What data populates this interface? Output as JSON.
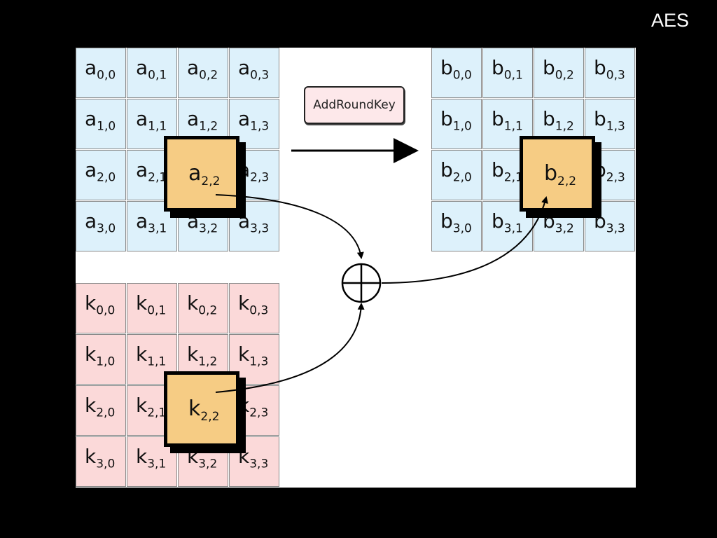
{
  "slide": {
    "title": "AES"
  },
  "operation": {
    "label": "AddRoundKey"
  },
  "colors": {
    "state_cell": "#ddf1fb",
    "key_cell": "#fbd9d9",
    "highlight_cell": "#f6cc84",
    "background": "#000000",
    "diagram_background": "#ffffff"
  },
  "state_in": {
    "letter": "a",
    "cells": [
      [
        "0,0",
        "0,1",
        "0,2",
        "0,3"
      ],
      [
        "1,0",
        "1,1",
        "1,2",
        "1,3"
      ],
      [
        "2,0",
        "2,1",
        "2,2",
        "2,3"
      ],
      [
        "3,0",
        "3,1",
        "3,2",
        "3,3"
      ]
    ],
    "highlight": "2,2"
  },
  "round_key": {
    "letter": "k",
    "cells": [
      [
        "0,0",
        "0,1",
        "0,2",
        "0,3"
      ],
      [
        "1,0",
        "1,1",
        "1,2",
        "1,3"
      ],
      [
        "2,0",
        "2,1",
        "2,2",
        "2,3"
      ],
      [
        "3,0",
        "3,1",
        "3,2",
        "3,3"
      ]
    ],
    "highlight": "2,2"
  },
  "state_out": {
    "letter": "b",
    "cells": [
      [
        "0,0",
        "0,1",
        "0,2",
        "0,3"
      ],
      [
        "1,0",
        "1,1",
        "1,2",
        "1,3"
      ],
      [
        "2,0",
        "2,1",
        "2,2",
        "2,3"
      ],
      [
        "3,0",
        "3,1",
        "3,2",
        "3,3"
      ]
    ],
    "highlight": "2,2"
  },
  "xor_symbol": "xor-circle-plus-icon"
}
